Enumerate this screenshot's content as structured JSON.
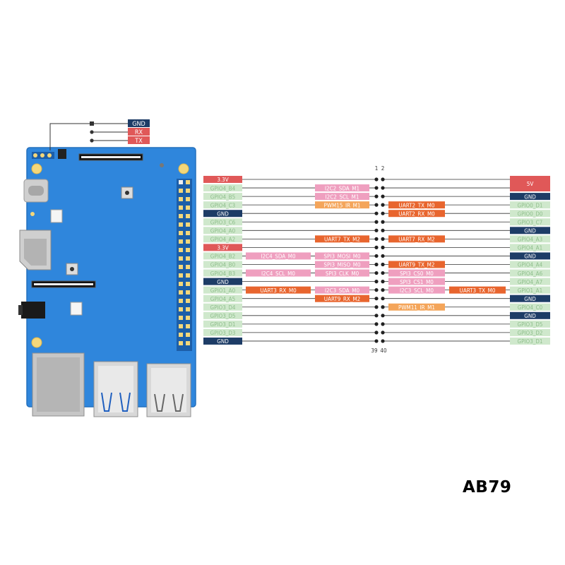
{
  "colors": {
    "board": "#2f86dc",
    "power": "#e05858",
    "gnd": "#1d3c66",
    "gpio": "#cfe8cc",
    "gpio_text": "#8fbf8c",
    "uart": "#e8652e",
    "pwm": "#f4a55a",
    "i2c_spi": "#ef9fbf",
    "wire": "#333333"
  },
  "debug_header": [
    "GND",
    "RX",
    "TX"
  ],
  "pin_numbers": {
    "top_left": "1",
    "top_right": "2",
    "bottom_left": "39",
    "bottom_right": "40"
  },
  "rows": [
    {
      "left": {
        "t": "3.3V",
        "c": "power"
      },
      "l2": null,
      "l1": null,
      "r1": null,
      "r2": null,
      "right": {
        "t": "5V",
        "c": "power"
      }
    },
    {
      "left": {
        "t": "GPIO4_B4",
        "c": "gpio"
      },
      "l2": null,
      "l1": {
        "t": "I2C2_SDA_M1",
        "c": "i2c_spi"
      },
      "r1": null,
      "r2": null,
      "right": {
        "t": "5V",
        "c": "power"
      }
    },
    {
      "left": {
        "t": "GPIO4_B5",
        "c": "gpio"
      },
      "l2": null,
      "l1": {
        "t": "I2C2_SCL_M1",
        "c": "i2c_spi"
      },
      "r1": null,
      "r2": null,
      "right": {
        "t": "GND",
        "c": "gnd"
      }
    },
    {
      "left": {
        "t": "GPIO4_C3",
        "c": "gpio"
      },
      "l2": null,
      "l1": {
        "t": "PWM15_IR_M1",
        "c": "pwm"
      },
      "r1": {
        "t": "UART2_TX_M0",
        "c": "uart"
      },
      "r2": null,
      "right": {
        "t": "GPIO0_D1",
        "c": "gpio"
      }
    },
    {
      "left": {
        "t": "GND",
        "c": "gnd"
      },
      "l2": null,
      "l1": null,
      "r1": {
        "t": "UART2_RX_M0",
        "c": "uart"
      },
      "r2": null,
      "right": {
        "t": "GPIO0_D0",
        "c": "gpio"
      }
    },
    {
      "left": {
        "t": "GPIO3_C6",
        "c": "gpio"
      },
      "l2": null,
      "l1": null,
      "r1": null,
      "r2": null,
      "right": {
        "t": "GPIO3_C7",
        "c": "gpio"
      }
    },
    {
      "left": {
        "t": "GPIO4_A0",
        "c": "gpio"
      },
      "l2": null,
      "l1": null,
      "r1": null,
      "r2": null,
      "right": {
        "t": "GND",
        "c": "gnd"
      }
    },
    {
      "left": {
        "t": "GPIO4_A2",
        "c": "gpio"
      },
      "l2": null,
      "l1": {
        "t": "UART7_TX_M2",
        "c": "uart"
      },
      "r1": {
        "t": "UART7_RX_M2",
        "c": "uart"
      },
      "r2": null,
      "right": {
        "t": "GPIO4_A3",
        "c": "gpio"
      }
    },
    {
      "left": {
        "t": "3.3V",
        "c": "power"
      },
      "l2": null,
      "l1": null,
      "r1": null,
      "r2": null,
      "right": {
        "t": "GPIO4_A1",
        "c": "gpio"
      }
    },
    {
      "left": {
        "t": "GPIO4_B2",
        "c": "gpio"
      },
      "l2": {
        "t": "I2C4_SDA_M0",
        "c": "i2c_spi"
      },
      "l1": {
        "t": "SPI3_MOSI_M0",
        "c": "i2c_spi"
      },
      "r1": null,
      "r2": null,
      "right": {
        "t": "GND",
        "c": "gnd"
      }
    },
    {
      "left": {
        "t": "GPIO4_B0",
        "c": "gpio"
      },
      "l2": null,
      "l1": {
        "t": "SPI3_MISO_M0",
        "c": "i2c_spi"
      },
      "r1": {
        "t": "UART9_TX_M2",
        "c": "uart"
      },
      "r2": null,
      "right": {
        "t": "GPIO4_A4",
        "c": "gpio"
      }
    },
    {
      "left": {
        "t": "GPIO4_B3",
        "c": "gpio"
      },
      "l2": {
        "t": "I2C4_SCL_M0",
        "c": "i2c_spi"
      },
      "l1": {
        "t": "SPI3_CLK_M0",
        "c": "i2c_spi"
      },
      "r1": {
        "t": "SPI3_CS0_M0",
        "c": "i2c_spi"
      },
      "r2": null,
      "right": {
        "t": "GPIO4_A6",
        "c": "gpio"
      }
    },
    {
      "left": {
        "t": "GND",
        "c": "gnd"
      },
      "l2": null,
      "l1": null,
      "r1": {
        "t": "SPI3_CS1_M0",
        "c": "i2c_spi"
      },
      "r2": null,
      "right": {
        "t": "GPIO4_A7",
        "c": "gpio"
      }
    },
    {
      "left": {
        "t": "GPIO1_A0",
        "c": "gpio"
      },
      "l2": {
        "t": "UART3_RX_M0",
        "c": "uart"
      },
      "l1": {
        "t": "I2C3_SDA_M0",
        "c": "i2c_spi"
      },
      "r1": {
        "t": "I2C3_SCL_M0",
        "c": "i2c_spi"
      },
      "r2": {
        "t": "UART3_TX_M0",
        "c": "uart"
      },
      "right": {
        "t": "GPIO1_A1",
        "c": "gpio"
      }
    },
    {
      "left": {
        "t": "GPIO4_A5",
        "c": "gpio"
      },
      "l2": null,
      "l1": {
        "t": "UART9_RX_M2",
        "c": "uart"
      },
      "r1": null,
      "r2": null,
      "right": {
        "t": "GND",
        "c": "gnd"
      }
    },
    {
      "left": {
        "t": "GPIO3_D4",
        "c": "gpio"
      },
      "l2": null,
      "l1": null,
      "r1": {
        "t": "PWM11_IR_M1",
        "c": "pwm"
      },
      "r2": null,
      "right": {
        "t": "GPIO4_C0",
        "c": "gpio"
      }
    },
    {
      "left": {
        "t": "GPIO3_D5",
        "c": "gpio"
      },
      "l2": null,
      "l1": null,
      "r1": null,
      "r2": null,
      "right": {
        "t": "GND",
        "c": "gnd"
      }
    },
    {
      "left": {
        "t": "GPIO3_D1",
        "c": "gpio"
      },
      "l2": null,
      "l1": null,
      "r1": null,
      "r2": null,
      "right": {
        "t": "GPIO3_D5",
        "c": "gpio"
      }
    },
    {
      "left": {
        "t": "GPIO3_D3",
        "c": "gpio"
      },
      "l2": null,
      "l1": null,
      "r1": null,
      "r2": null,
      "right": {
        "t": "GPIO3_D2",
        "c": "gpio"
      }
    },
    {
      "left": {
        "t": "GND",
        "c": "gnd"
      },
      "l2": null,
      "l1": null,
      "r1": null,
      "r2": null,
      "right": {
        "t": "GPIO3_D1",
        "c": "gpio"
      }
    }
  ],
  "watermark": "AB79"
}
